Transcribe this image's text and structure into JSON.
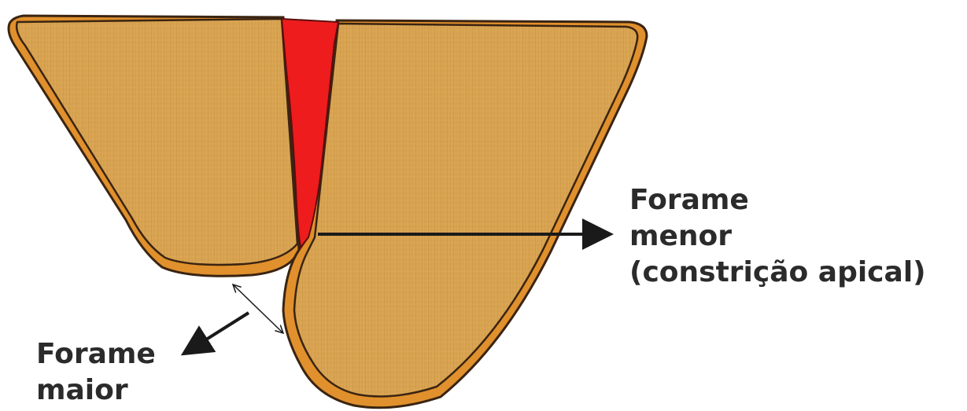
{
  "labels": {
    "minor": [
      "Forame",
      "menor",
      "(constrição apical)"
    ],
    "major": [
      "Forame",
      "maior"
    ]
  },
  "colors": {
    "dentin": "#d9a452",
    "dentin_texture": "#c68f3f",
    "cementum": "#e0902c",
    "outline": "#3a2412",
    "canal": "#ee1c1c",
    "text": "#2b2b2b",
    "arrow": "#1a1a1a"
  }
}
